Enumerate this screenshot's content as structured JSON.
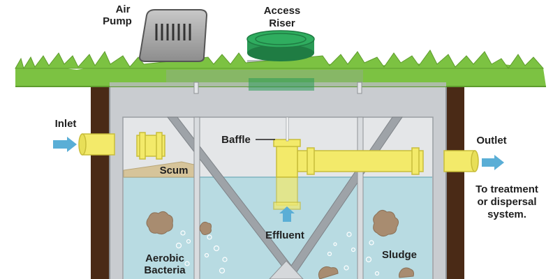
{
  "labels": {
    "air_pump": [
      "Air",
      "Pump"
    ],
    "access_riser": [
      "Access",
      "Riser"
    ],
    "inlet": "Inlet",
    "outlet": "Outlet",
    "baffle": "Baffle",
    "scum": "Scum",
    "effluent": "Effluent",
    "aerobic_bacteria": [
      "Aerobic",
      "Bacteria"
    ],
    "sludge": "Sludge",
    "destination": [
      "To treatment",
      "or dispersal",
      "system."
    ]
  },
  "colors": {
    "grass": "#7cc242",
    "soil": "#4a2a16",
    "tank": "#c9ccd0",
    "water": "#b8dbe2",
    "scum": "#d6c49a",
    "pipe": "#f3ea6a",
    "riser": "#2a9a55",
    "arrow": "#5aaed6",
    "sludge": "#a88c70"
  }
}
